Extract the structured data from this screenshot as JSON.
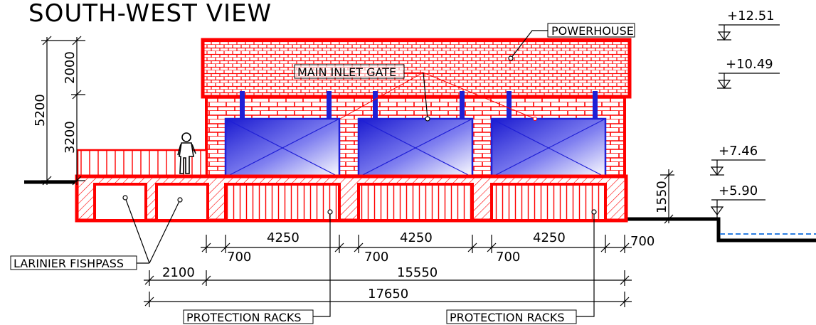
{
  "title": "SOUTH-WEST VIEW",
  "labels": {
    "powerhouse": "POWERHOUSE",
    "main_inlet_gate": "MAIN INLET GATE",
    "larinier_fishpass": "LARINIER FISHPASS",
    "protection_racks_left": "PROTECTION RACKS",
    "protection_racks_right": "PROTECTION RACKS"
  },
  "levels": {
    "l1": "+12.51",
    "l2": "+10.49",
    "l3": "+7.46",
    "l4": "+5.90"
  },
  "dimensions": {
    "left_total": "5200",
    "left_upper": "2000",
    "left_lower": "3200",
    "right_height": "1550",
    "gate1": "4250",
    "gate2": "4250",
    "gate3": "4250",
    "pier1": "700",
    "pier2": "700",
    "pier3": "700",
    "pier4": "700",
    "fishpass": "2100",
    "main_span": "15550",
    "overall": "17650"
  },
  "colors": {
    "structure": "#ff0000",
    "gate_blue": "#1f1fd6",
    "water": "#2a7de1"
  }
}
